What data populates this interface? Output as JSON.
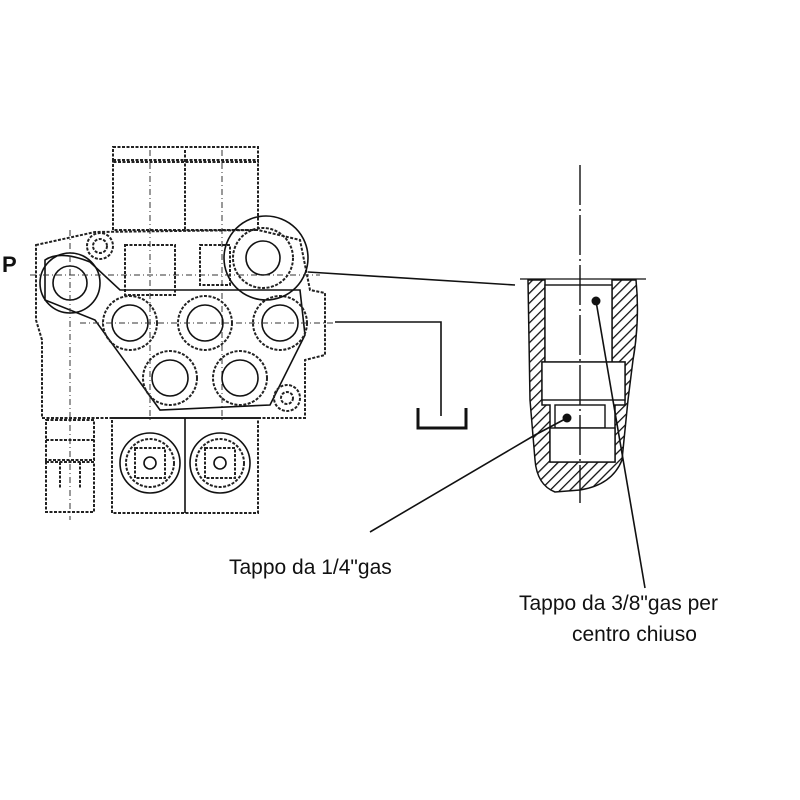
{
  "labels": {
    "port_p": "P",
    "plug_quarter": "Tappo da 1/4\"gas",
    "plug_three_eighths_line1": "Tappo da 3/8\"gas per",
    "plug_three_eighths_line2": "centro chiuso"
  }
}
